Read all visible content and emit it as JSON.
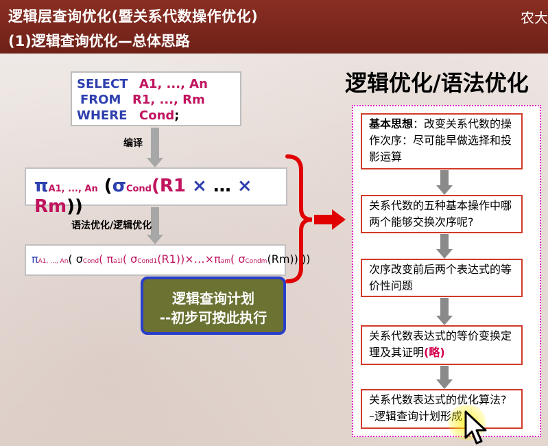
{
  "header": {
    "title": "逻辑层查询优化(暨关系代数操作优化)",
    "subtitle": "(1)逻辑查询优化—总体思路",
    "corner": "农大"
  },
  "sql": {
    "select_kw": "SELECT",
    "select_val": "A1, ..., An",
    "from_kw": "FROM",
    "from_val": "R1, ..., Rm",
    "where_kw": "WHERE",
    "where_val": "Cond",
    "semicolon": ";"
  },
  "labels": {
    "compile": "编译",
    "syntax_opt": "语法优化/逻辑优化"
  },
  "expr1": {
    "pi": "π",
    "pi_sub": "A1, ..., An",
    "open": " (",
    "sigma": "σ",
    "sigma_sub": "Cond",
    "rel": "(R1",
    "times1": " × ",
    "dots": "…",
    "times2": " × ",
    "rm": "Rm",
    "close": "))"
  },
  "expr2": {
    "pi": "π",
    "pi_sub": "A1, ..., An",
    "p1": "( σ",
    "sub1": "Cond",
    "p2": "(  π",
    "sub2": "a1l",
    "p3": "( σ",
    "sub3": "Cond1",
    "p4": "(R1))×…×π",
    "sub4": "am",
    "p5": "( σ",
    "sub5": "Condm",
    "p6": "(Rm)) ))"
  },
  "plan": {
    "line1": "逻辑查询计划",
    "line2": "--初步可按此执行"
  },
  "right": {
    "title": "逻辑优化/语法优化",
    "step1_bold": "基本思想",
    "step1_rest": "：改变关系代数的操作次序：尽可能早做选择和投影运算",
    "step2": "关系代数的五种基本操作中哪两个能够交换次序呢?",
    "step3": "次序改变前后两个表达式的等价性问题",
    "step4_main": "关系代数表达式的等价变换定理及其证明",
    "step4_red": "(略)",
    "step5": "关系代数表达式的优化算法? –逻辑查询计划形成"
  },
  "colors": {
    "header_bg": "#7a271c",
    "keyword_blue": "#2e3fae",
    "value_magenta": "#c0135e",
    "plan_bg": "#6b7232",
    "plan_border": "#2a3fc8",
    "brace_red": "#e00000",
    "dotted_border": "#e020c8",
    "step_border": "#d23a2a"
  }
}
